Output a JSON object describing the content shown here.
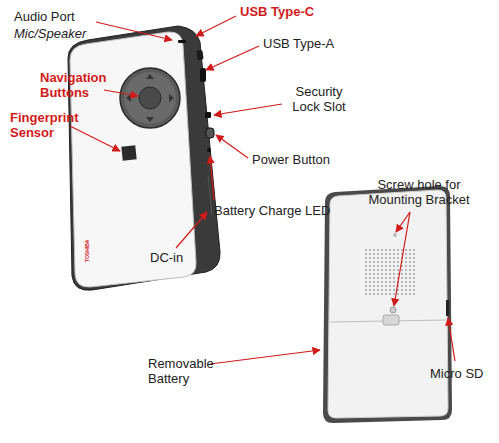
{
  "diagram": {
    "labels": [
      "Audio Port",
      "Mic/Speaker",
      "USB Type-C",
      "USB Type-A",
      "Navigation Buttons",
      "Fingerprint Sensor",
      "Security Lock Slot",
      "Power Button",
      "Battery Charge LED",
      "DC-in",
      "Screw hole for Mounting Bracket",
      "Removable Battery",
      "Micro SD",
      "TOSHIBA"
    ]
  }
}
